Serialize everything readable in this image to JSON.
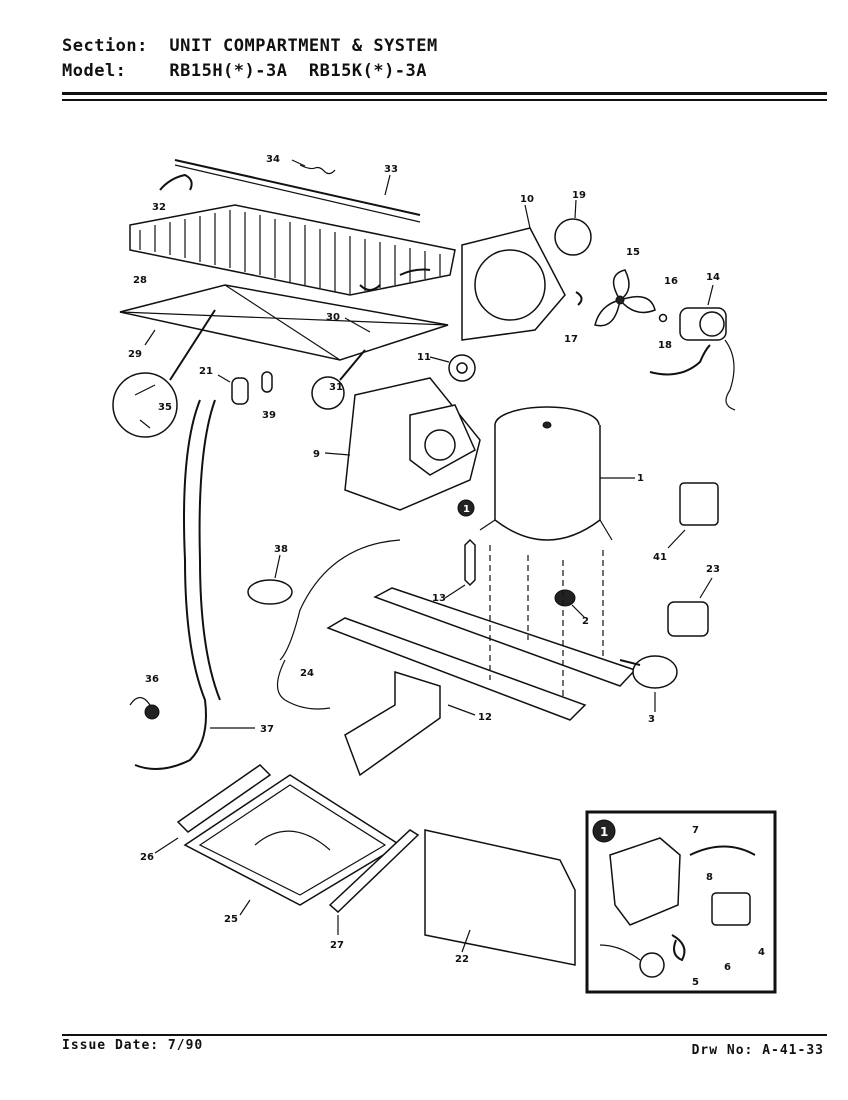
{
  "header": {
    "section_label": "Section:",
    "section_value": "UNIT COMPARTMENT & SYSTEM",
    "model_label": "Model:",
    "model_value": "RB15H(*)-3A  RB15K(*)-3A"
  },
  "footer": {
    "issue_date": "Issue Date: 7/90",
    "drawing_number": "Drw No: A-41-33"
  },
  "callouts": [
    "1",
    "2",
    "3",
    "4",
    "5",
    "6",
    "7",
    "8",
    "9",
    "10",
    "11",
    "12",
    "13",
    "14",
    "15",
    "16",
    "17",
    "18",
    "19",
    "21",
    "22",
    "23",
    "24",
    "25",
    "26",
    "27",
    "28",
    "29",
    "30",
    "31",
    "32",
    "33",
    "34",
    "35",
    "36",
    "37",
    "38",
    "39",
    "41"
  ],
  "inset_marker": "1"
}
